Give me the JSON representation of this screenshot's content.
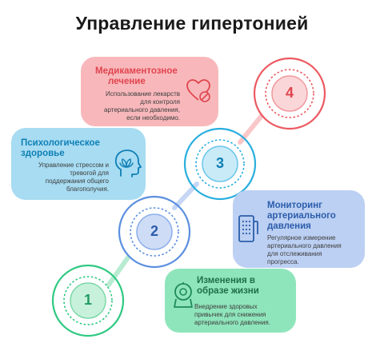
{
  "title": "Управление гипертонией",
  "steps": [
    {
      "number": "1",
      "heading_line1": "Изменения в",
      "heading_line2": "образе жизни",
      "desc_lines": [
        "Внедрение здоровых",
        "привычек для снижения",
        "артериального давления."
      ],
      "icon": "lifestyle-icon",
      "color": "#2bc47a"
    },
    {
      "number": "2",
      "heading_line1": "Мониторинг",
      "heading_line2": "артериального",
      "heading_line3": "давления",
      "desc_lines": [
        "Регулярное измерение",
        "артериального давления",
        "для отслеживания",
        "прогресса."
      ],
      "icon": "blood-pressure-monitor-icon",
      "color": "#2b5dab"
    },
    {
      "number": "3",
      "heading_line1": "Психологическое",
      "heading_line2": "здоровье",
      "desc_lines": [
        "Управление стрессом и",
        "тревогой для",
        "поддержания общего",
        "благополучия."
      ],
      "icon": "mental-health-icon",
      "color": "#0f7fb5"
    },
    {
      "number": "4",
      "heading_line1": "Медикаментозное",
      "heading_line2": "лечение",
      "desc_lines": [
        "Использование лекарств",
        "для контроля",
        "артериального давления,",
        "если необходимо."
      ],
      "icon": "medication-heart-icon",
      "color": "#e0444e"
    }
  ]
}
